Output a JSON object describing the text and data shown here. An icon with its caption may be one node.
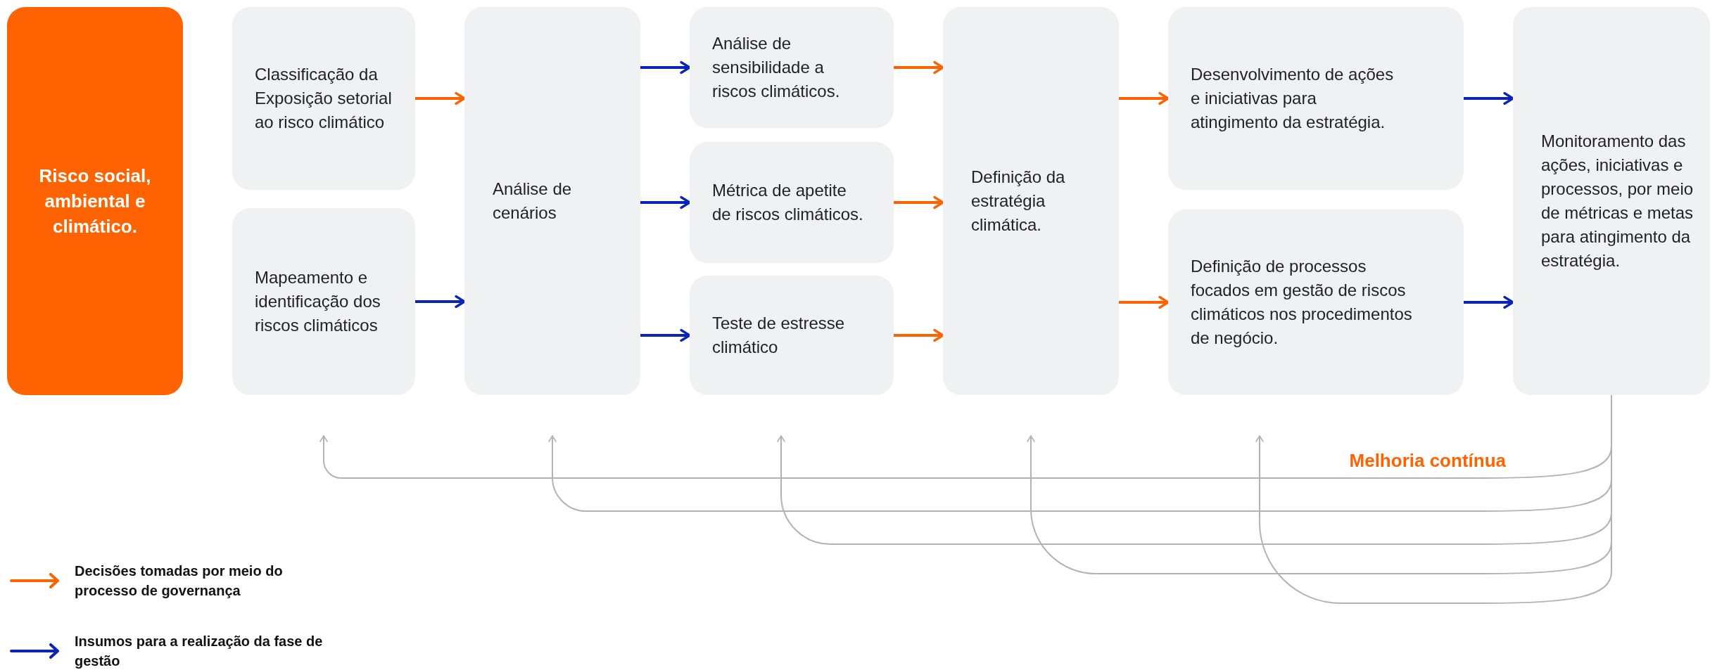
{
  "diagram": {
    "nodes": [
      {
        "text": [
          "Risco social, ambiental e climático."
        ]
      },
      {
        "text": [
          "Classificação da Exposição setorial ao risco climático"
        ]
      },
      {
        "text": [
          "Mapeamento e identificação dos riscos climáticos"
        ]
      },
      {
        "text": [
          "Análise de cenários"
        ]
      },
      {
        "text": [
          "Análise de sensibilidade a riscos climáticos."
        ]
      },
      {
        "text": [
          "Métrica de apetite de riscos climáticos."
        ]
      },
      {
        "text": [
          "Teste de estresse climático"
        ]
      },
      {
        "text": [
          "Definição da estratégia climática."
        ]
      },
      {
        "text": [
          "Desenvolvimento de ações e iniciativas para atingimento da estratégia."
        ]
      },
      {
        "text": [
          "Definição de processos focados em gestão de riscos climáticos nos procedimentos de negócio."
        ]
      },
      {
        "text": [
          "Monitoramento das ações, iniciativas e processos, por meio de métricas e metas para atingimento da estratégia."
        ]
      }
    ],
    "edges": [
      {
        "from": 1,
        "to": 3,
        "arrow": "to"
      },
      {
        "from": 2,
        "to": 3,
        "arrow": "to",
        "color": "#0a24b8"
      },
      {
        "from": 3,
        "to": 4,
        "arrow": "to",
        "color": "#0a24b8"
      },
      {
        "from": 3,
        "to": 5,
        "arrow": "to",
        "color": "#0a24b8"
      },
      {
        "from": 3,
        "to": 6,
        "arrow": "to",
        "color": "#0a24b8"
      },
      {
        "from": 4,
        "to": 7,
        "arrow": "to"
      },
      {
        "from": 5,
        "to": 7,
        "arrow": "to"
      },
      {
        "from": 6,
        "to": 7,
        "arrow": "to"
      },
      {
        "from": 7,
        "to": 8,
        "arrow": "to"
      },
      {
        "from": 7,
        "to": 9,
        "arrow": "to"
      },
      {
        "from": 8,
        "to": 10,
        "arrow": "to",
        "color": "#0a24b8"
      },
      {
        "from": 9,
        "to": 10,
        "arrow": "to",
        "color": "#0a24b8"
      },
      {
        "from": 10,
        "to": 2,
        "arrow": "to",
        "color": "#b3b3b3"
      },
      {
        "from": 10,
        "to": 3,
        "arrow": "to",
        "color": "#b3b3b3"
      },
      {
        "from": 10,
        "to": 6,
        "arrow": "to",
        "color": "#b3b3b3"
      },
      {
        "from": 10,
        "to": 7,
        "arrow": "to",
        "color": "#b3b3b3"
      },
      {
        "from": 10,
        "to": 9,
        "arrow": "to",
        "color": "#b3b3b3"
      }
    ],
    "labels": [
      "Melhoria contínua"
    ],
    "legend": [
      {
        "text": "Decisões tomadas por meio do processo de governança"
      },
      {
        "text": "Insumos para a realização da fase de gestão"
      }
    ]
  }
}
